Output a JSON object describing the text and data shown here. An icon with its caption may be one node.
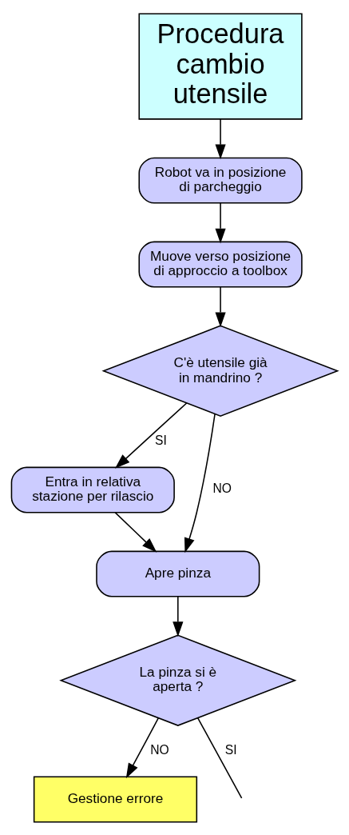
{
  "diagram": {
    "nodes": [
      {
        "text": [
          "Procedura cambio utensile"
        ]
      },
      {
        "text": [
          "Robot va in posizione di parcheggio"
        ]
      },
      {
        "text": [
          "Muove verso posizione di approccio a toolbox"
        ]
      },
      {
        "text": [
          "C'è utensile già in mandrino ?"
        ]
      },
      {
        "text": [
          "Entra in relativa stazione per rilascio"
        ]
      },
      {
        "text": [
          "Apre pinza"
        ]
      },
      {
        "text": [
          "La pinza si è aperta ?"
        ]
      },
      {
        "text": [
          "Gestione errore"
        ]
      }
    ],
    "edges": [
      {
        "from": 0,
        "to": 1,
        "arrow": "to"
      },
      {
        "from": 1,
        "to": 2,
        "arrow": "to"
      },
      {
        "from": 2,
        "to": 3,
        "arrow": "to"
      },
      {
        "from": 3,
        "to": 4,
        "arrow": "to",
        "label": "SI"
      },
      {
        "from": 3,
        "to": 5,
        "arrow": "to",
        "label": "NO"
      },
      {
        "from": 4,
        "to": 5,
        "arrow": "to"
      },
      {
        "from": 5,
        "to": 6,
        "arrow": "to"
      },
      {
        "from": 6,
        "to": 7,
        "arrow": "to",
        "label": "NO"
      },
      {
        "from": 6,
        "to": null,
        "arrow": "none",
        "label": "SI"
      }
    ]
  }
}
